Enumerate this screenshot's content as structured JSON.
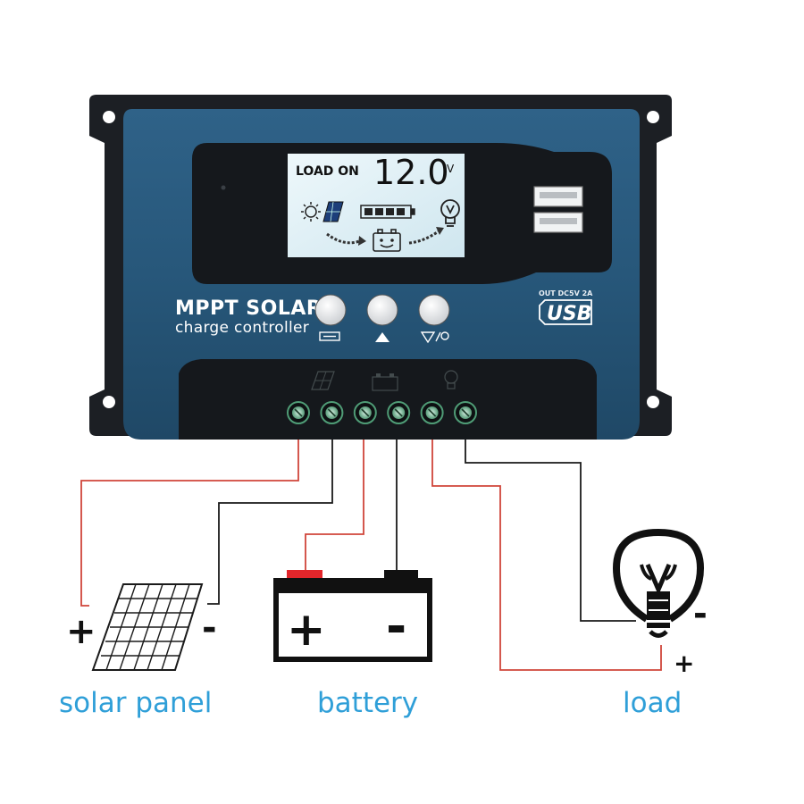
{
  "device": {
    "brand_line1": "MPPT SOLAR",
    "brand_line2": "charge controller",
    "usb_spec": "OUT DC5V 2A",
    "usb_logo": "USB",
    "colors": {
      "body": "#26506f",
      "frame": "#1c1f24",
      "lcd": "#dff0f6",
      "accent": "#2f9fd8"
    }
  },
  "lcd": {
    "status": "LOAD ON",
    "value": "12.0",
    "unit": "V"
  },
  "buttons": [
    {
      "icon": "menu-icon"
    },
    {
      "icon": "up-arrow-icon"
    },
    {
      "icon": "down-arrow-bulb-icon"
    }
  ],
  "terminals": {
    "count": 6,
    "group_icons": [
      "solar-panel-icon",
      "battery-icon",
      "bulb-icon"
    ]
  },
  "components": {
    "solar": {
      "label": "solar panel",
      "plus": "+",
      "minus": "-"
    },
    "battery": {
      "label": "battery",
      "plus": "+",
      "minus": "-"
    },
    "load": {
      "label": "load",
      "plus": "+",
      "minus": "-"
    }
  }
}
